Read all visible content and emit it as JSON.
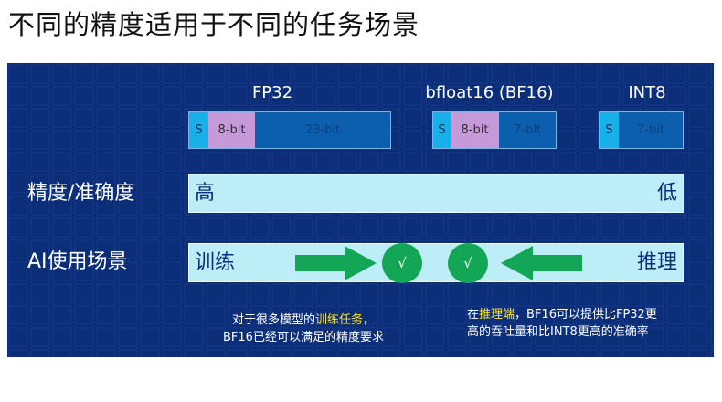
{
  "title": "不同的精度适用于不同的任务场景",
  "formats": {
    "fp32": {
      "name": "FP32",
      "sign": "S",
      "exponent": "8-bit",
      "mantissa": "23-bit"
    },
    "bf16": {
      "name": "bfloat16 (BF16)",
      "sign": "S",
      "exponent": "8-bit",
      "mantissa": "7-bit"
    },
    "int8": {
      "name": "INT8",
      "sign": "S",
      "value": "7-bit"
    }
  },
  "precision_row": {
    "label": "精度/准确度",
    "high": "高",
    "low": "低"
  },
  "scenario_row": {
    "label": "AI使用场景",
    "left": "训练",
    "right": "推理",
    "check_symbol": "√"
  },
  "notes": {
    "left": {
      "line1_before": "对于很多模型的",
      "line1_highlight": "训练任务",
      "line1_after": "，",
      "line2": "BF16已经可以满足的精度要求"
    },
    "right": {
      "line1_before": "在",
      "line1_highlight": "推理端",
      "line1_after": "，BF16可以提供比FP32更",
      "line2": "高的吞吐量和比INT8更高的准确率"
    }
  },
  "colors": {
    "panel": "#0c2d78",
    "band": "#bdeef7",
    "band_text": "#0b2d7c",
    "arrow_green": "#13a657",
    "highlight": "#ffe51b",
    "sign_cyan": "#18b0e8",
    "exponent_lilac": "#c69ad8",
    "mantissa_blue": "#0b5fae"
  }
}
